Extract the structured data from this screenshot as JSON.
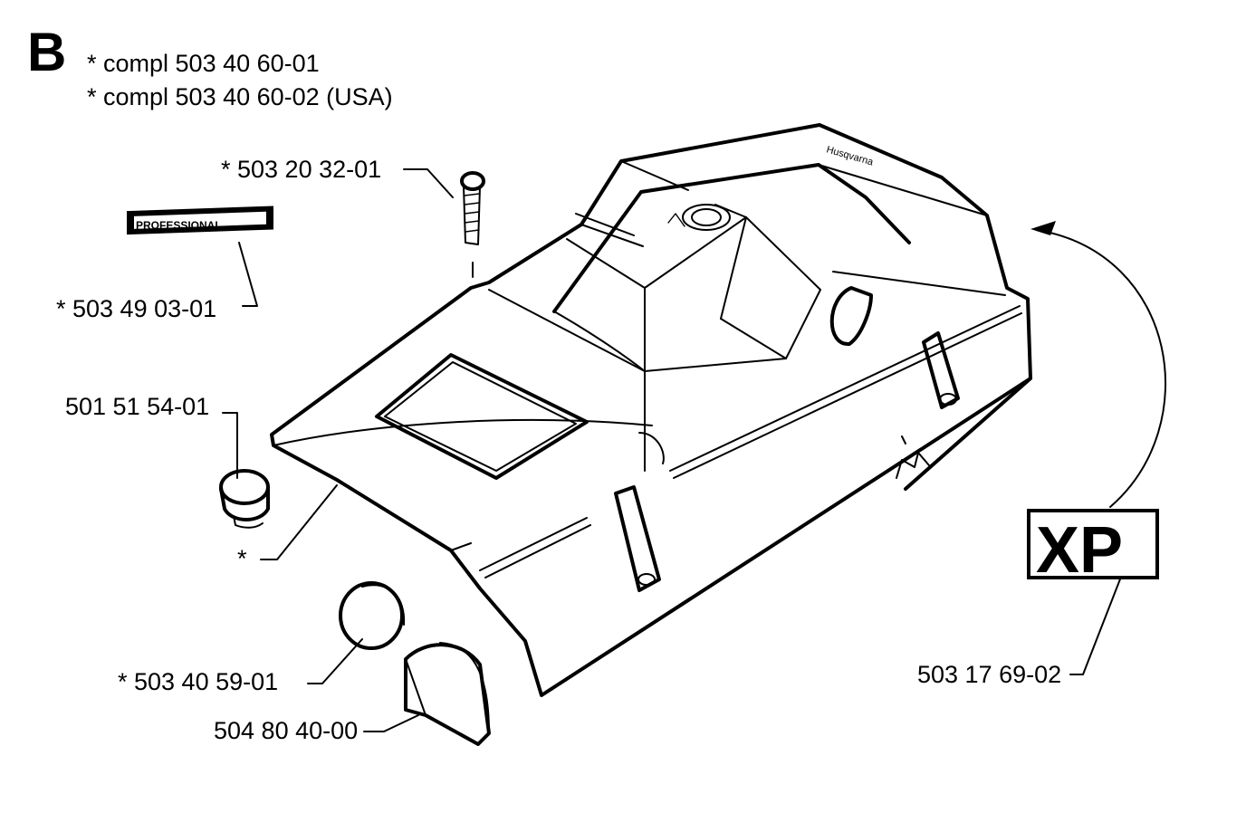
{
  "section": "B",
  "assembly_notes": [
    "*  compl 503 40 60-01",
    "*  compl 503 40 60-02 (USA)"
  ],
  "callouts": {
    "screw": "*  503 20 32-01",
    "professional_decal": "*  503 49 03-01",
    "plug": "501 51 54-01",
    "cover_star": "*",
    "round_cap": "*  503 40 59-01",
    "half_round_cover": "504 80 40-00",
    "xp_decal": "503 17 69-02"
  },
  "decals": {
    "professional_text": "PROFESSIONAL",
    "xp_text": "XP"
  },
  "colors": {
    "ink": "#000000",
    "paper": "#ffffff"
  }
}
